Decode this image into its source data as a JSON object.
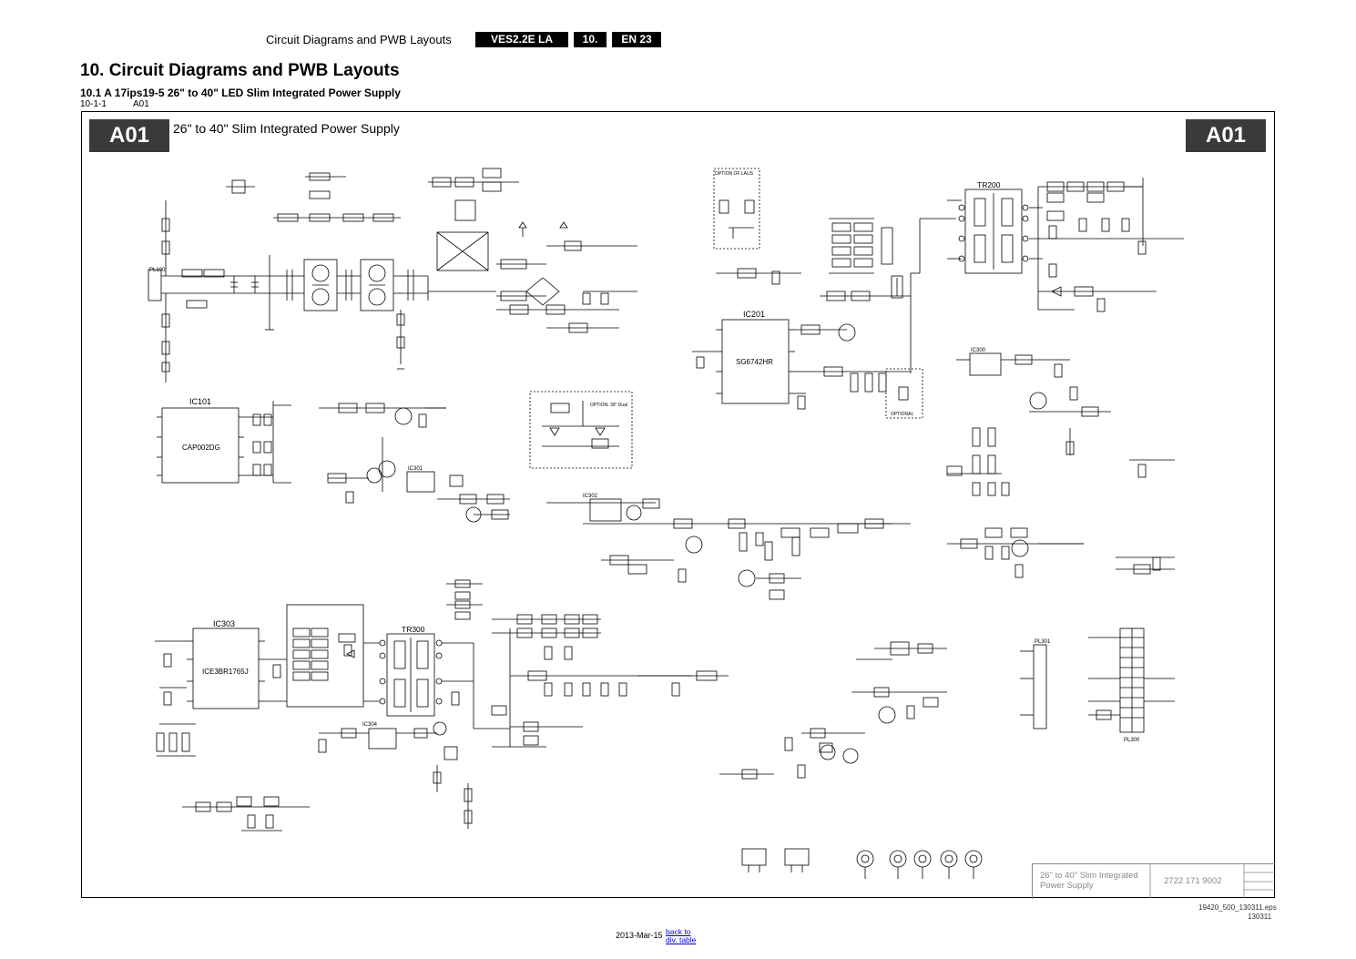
{
  "header": {
    "running_title": "Circuit Diagrams and PWB Layouts",
    "model_badge": "VES2.2E LA",
    "chapter_badge": "10.",
    "page_badge": "EN 23"
  },
  "section": {
    "title": "10.  Circuit Diagrams and PWB Layouts",
    "subtitle": "10.1    A 17ips19-5 26\" to 40\" LED Slim Integrated Power Supply",
    "sub_id": "10-1-1",
    "sub_name": "A01"
  },
  "panel": {
    "badge_left": "A01",
    "badge_right": "A01",
    "title": "26\" to 40\" Slim Integrated Power Supply"
  },
  "components": {
    "ic101": "IC101",
    "ic101_part": "CAP002DG",
    "ic201": "IC201",
    "ic201_part": "SG6742HR",
    "ic303": "IC303",
    "ic303_part": "ICE3BR1765J",
    "tr200": "TR200",
    "tr300": "TR300",
    "ic300": "IC300",
    "ic301": "IC301",
    "ic302": "IC302",
    "ic304": "IC304",
    "pl300": "PL300",
    "pl100": "PL100",
    "pl301": "PL301",
    "optional": "OPTIONAL",
    "option_short": "OPTION OF LAUS",
    "option_led": "OPTION: 39\" Dual"
  },
  "title_block": {
    "description": "26\" to 40\" Slim Integrated Power Supply",
    "code": "2722 171 9002"
  },
  "footer": {
    "file_name": "19420_500_130311.eps",
    "file_date": "130311",
    "print_date": "2013-Mar-15",
    "back_link_1": "back to",
    "back_link_2": "div. table"
  }
}
